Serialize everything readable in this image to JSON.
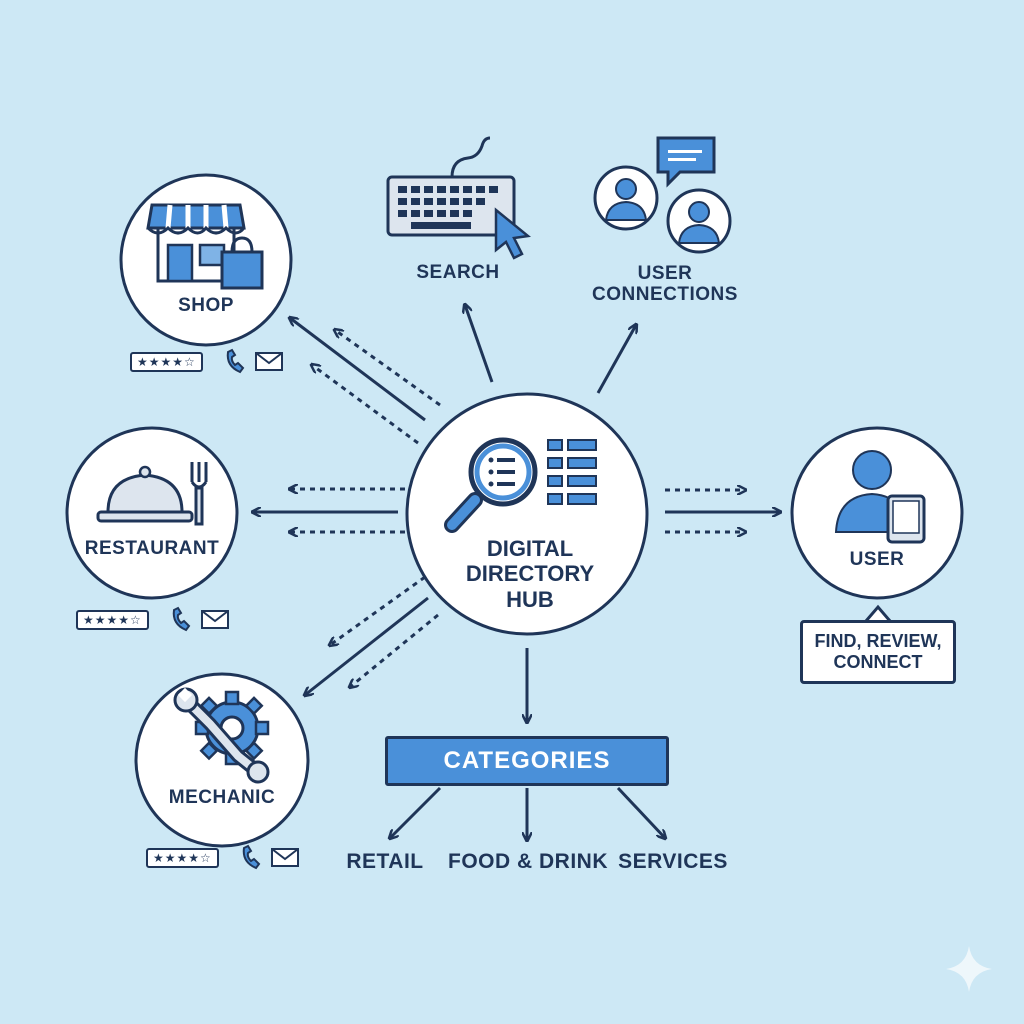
{
  "hub": {
    "line1": "DIGITAL",
    "line2": "DIRECTORY",
    "line3": "HUB"
  },
  "nodes": {
    "shop": {
      "label": "SHOP",
      "stars": "★★★★☆"
    },
    "restaurant": {
      "label": "RESTAURANT",
      "stars": "★★★★☆"
    },
    "mechanic": {
      "label": "MECHANIC",
      "stars": "★★★★☆"
    },
    "user": {
      "label": "USER"
    }
  },
  "top": {
    "search": "SEARCH",
    "connections_line1": "USER",
    "connections_line2": "CONNECTIONS"
  },
  "bubble": {
    "line1": "FIND, REVIEW,",
    "line2": "CONNECT"
  },
  "categories": {
    "title": "CATEGORIES",
    "items": [
      "RETAIL",
      "FOOD & DRINK",
      "SERVICES"
    ]
  },
  "colors": {
    "background": "#cde8f5",
    "navy": "#1f3558",
    "accent": "#4a90d9",
    "light_accent": "#7fb3e6"
  },
  "icons": [
    "storefront-icon",
    "shopping-bag-icon",
    "cloche-icon",
    "fork-icon",
    "wrench-icon",
    "gear-icon",
    "keyboard-icon",
    "cursor-icon",
    "chat-bubble-icon",
    "person-icon",
    "tablet-icon",
    "magnifier-icon",
    "list-icon",
    "phone-icon",
    "mail-icon",
    "sparkle-icon"
  ]
}
